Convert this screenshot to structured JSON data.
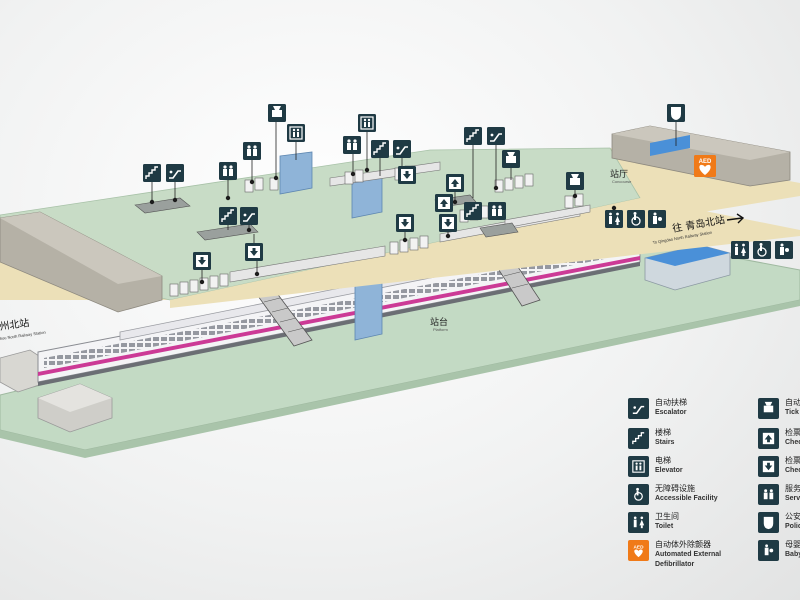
{
  "labels": {
    "concourse_cn": "站厅",
    "concourse_en": "Concourse",
    "platform_cn": "站台",
    "platform_en": "Platform",
    "dir_right_cn": "往 青岛北站",
    "dir_right_en": "To Qingdao North Railway Station",
    "dir_left_cn": "州北站",
    "dir_left_en": "hou North Railway Station",
    "aed_badge": "AED"
  },
  "legend": {
    "left": [
      {
        "icon": "escalator-icon",
        "cn": "自动扶梯",
        "en": "Escalator"
      },
      {
        "icon": "stairs-icon",
        "cn": "楼梯",
        "en": "Stairs"
      },
      {
        "icon": "elevator-icon",
        "cn": "电梯",
        "en": "Elevator"
      },
      {
        "icon": "accessible-icon",
        "cn": "无障碍设施",
        "en": "Accessible Facility"
      },
      {
        "icon": "toilet-icon",
        "cn": "卫生间",
        "en": "Toilet"
      },
      {
        "icon": "aed-icon",
        "cn": "自动体外除颤器",
        "en": "Automated External",
        "en2": "Defibrillator"
      }
    ],
    "right": [
      {
        "icon": "ticket-icon",
        "cn": "自动",
        "en": "Tick"
      },
      {
        "icon": "check-in-icon",
        "cn": "检票",
        "en": "Chec"
      },
      {
        "icon": "check-out-icon",
        "cn": "检票",
        "en": "Chec"
      },
      {
        "icon": "service-icon",
        "cn": "服务",
        "en": "Servi"
      },
      {
        "icon": "police-icon",
        "cn": "公安",
        "en": "Polic"
      },
      {
        "icon": "baby-care-icon",
        "cn": "母婴",
        "en": "Baby"
      }
    ]
  },
  "colors": {
    "floor_green": "#c8dcc6",
    "track_green": "#c3dac4",
    "sand": "#ece0b8",
    "wall": "#b5b1a6",
    "icon_bg": "#1f3a44",
    "train_stripe": "#cc3a96",
    "aed_orange": "#f07a18",
    "blue": "#4a90d8"
  }
}
